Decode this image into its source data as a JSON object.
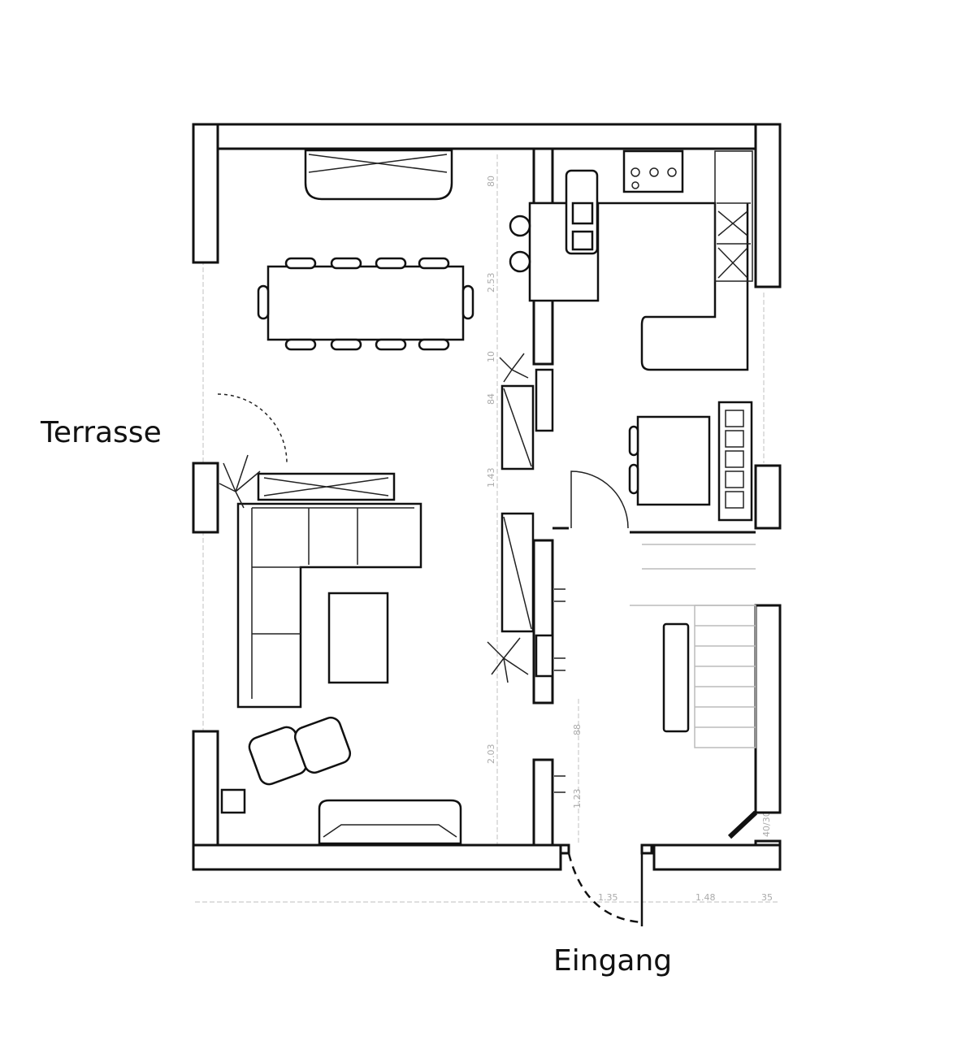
{
  "labels": {
    "terrace": "Terrasse",
    "entrance": "Eingang"
  },
  "dimensions": {
    "vertical_left": [
      "80",
      "2.53",
      "10",
      "84",
      "1.43",
      "2.03"
    ],
    "vertical_hall": [
      "88",
      "1.23"
    ],
    "bottom": [
      "1.35",
      "1.48",
      "35"
    ],
    "window_right": "40/30"
  }
}
